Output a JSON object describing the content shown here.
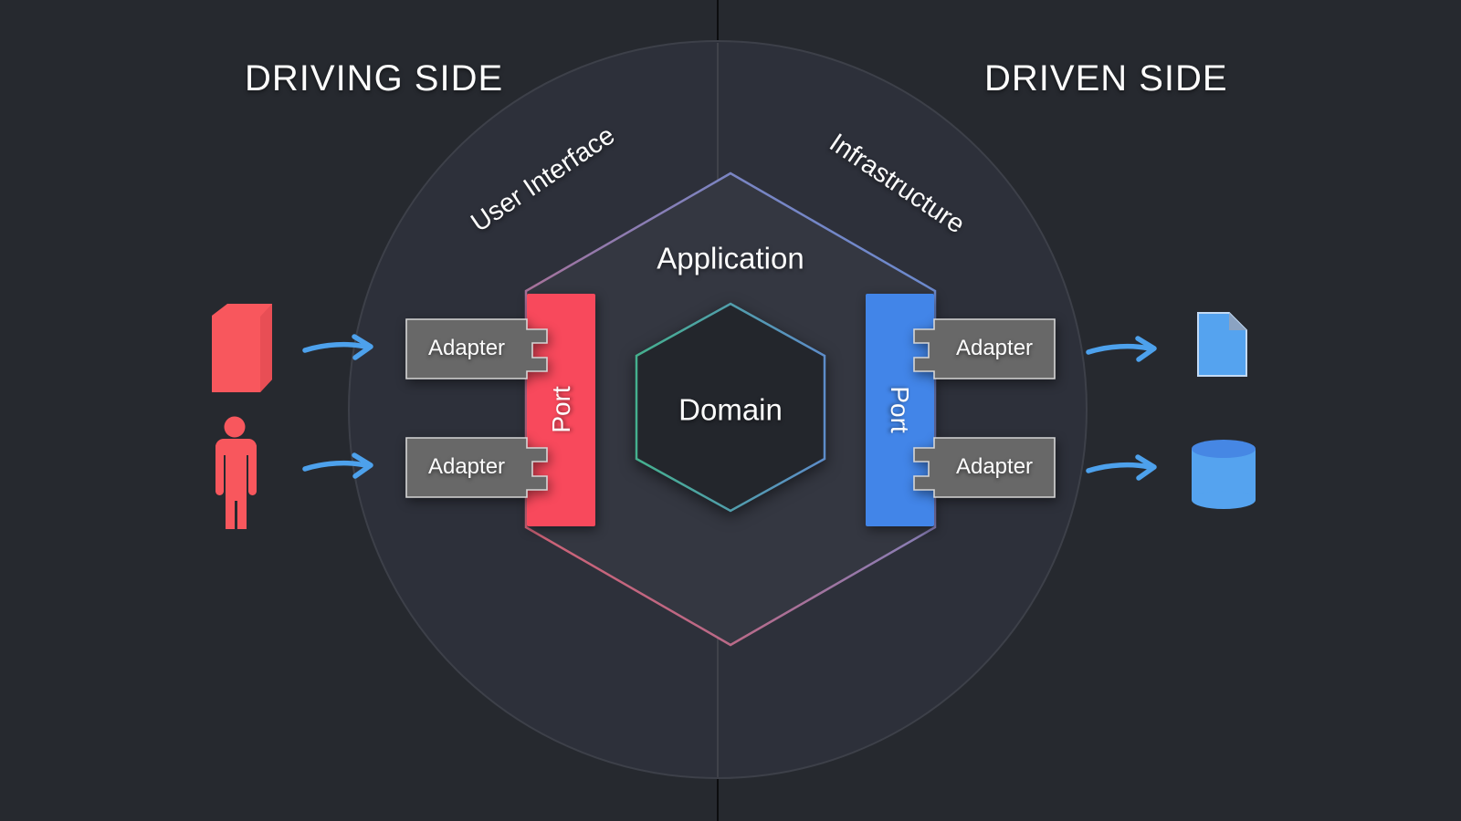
{
  "diagram": {
    "left_side": {
      "title": "DRIVING SIDE",
      "ring_label": "User Interface",
      "port_label": "Port",
      "adapters": [
        "Adapter",
        "Adapter"
      ],
      "actor_icons": [
        "app-box-icon",
        "user-person-icon"
      ]
    },
    "right_side": {
      "title": "DRIVEN SIDE",
      "ring_label": "Infrastructure",
      "port_label": "Port",
      "adapters": [
        "Adapter",
        "Adapter"
      ],
      "target_icons": [
        "document-icon",
        "database-cylinder-icon"
      ]
    },
    "hexagon": {
      "label": "Application"
    },
    "domain": {
      "label": "Domain"
    }
  },
  "colors": {
    "bg_outer": "#26292f",
    "circle_fill": "#2d303a",
    "circle_stroke": "#3d4049",
    "hexagon_fill": "#343741",
    "domain_fill": "#23262c",
    "port_left": "#f8495c",
    "port_right": "#4285e8",
    "adapter": "#686868",
    "adapter_border": "#d6d6d6",
    "actor_red": "#f8575d",
    "target_blue": "#55a3ef",
    "arrow": "#4da1ec",
    "hex_stroke_top": "#5f90da",
    "hex_stroke_bottom": "#e05a64",
    "domain_stroke_left": "#45b08e",
    "domain_stroke_right": "#5d8cc9"
  }
}
